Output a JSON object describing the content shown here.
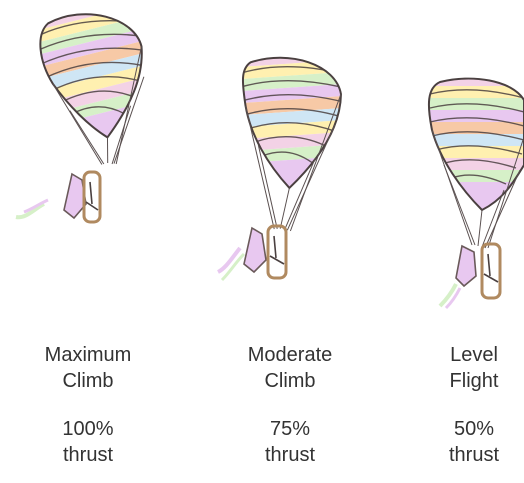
{
  "panels": [
    {
      "id": "max",
      "title_line1": "Maximum",
      "title_line2": "Climb",
      "thrust_value": "100%",
      "thrust_unit": "thrust",
      "tilt_deg": -18
    },
    {
      "id": "mod",
      "title_line1": "Moderate",
      "title_line2": "Climb",
      "thrust_value": "75%",
      "thrust_unit": "thrust",
      "tilt_deg": -6
    },
    {
      "id": "lvl",
      "title_line1": "Level",
      "title_line2": "Flight",
      "thrust_value": "50%",
      "thrust_unit": "thrust",
      "tilt_deg": 0
    }
  ],
  "colors": {
    "outline": "#4a4040",
    "stripes": [
      "#f3d2e6",
      "#e8c8f0",
      "#fff0b0",
      "#d6f0c8",
      "#f7c9a6",
      "#cfe6f5"
    ]
  }
}
